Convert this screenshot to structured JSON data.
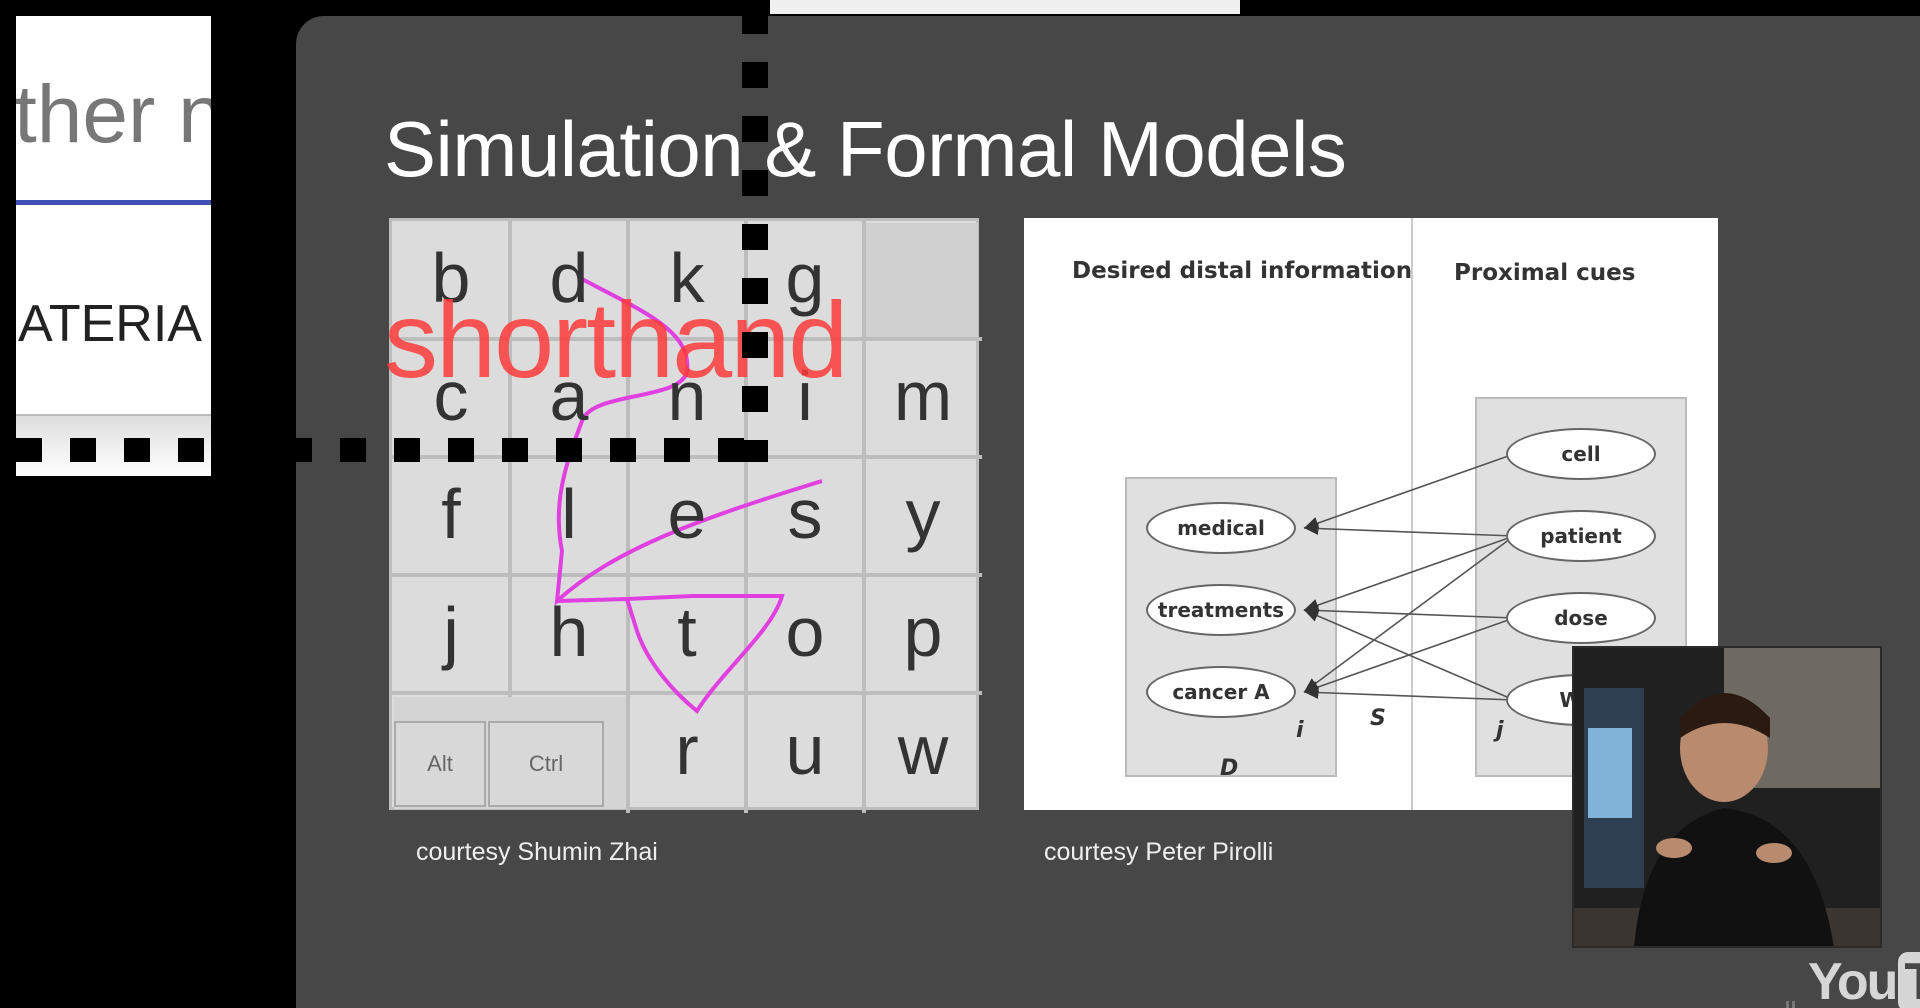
{
  "background_doc": {
    "partial_heading": "ther n",
    "partial_tab": "ATERIA",
    "accent_color": "#3f51b5"
  },
  "slide": {
    "title": "Simulation & Formal Models",
    "keyboard": {
      "rows": [
        [
          "b",
          "d",
          "k",
          "g",
          ""
        ],
        [
          "c",
          "a",
          "n",
          "i",
          "m"
        ],
        [
          "f",
          "l",
          "e",
          "s",
          "y"
        ],
        [
          "j",
          "h",
          "t",
          "o",
          "p"
        ],
        [
          "",
          "",
          "r",
          "u",
          "w"
        ]
      ],
      "modifier_keys": [
        "Alt",
        "Ctrl"
      ],
      "overlay_word": "shorthand",
      "overlay_color": "#ff3b3b",
      "gesture_color": "#e040e0"
    },
    "left_caption": "courtesy Shumin Zhai",
    "diagram": {
      "left_header": "Desired distal information",
      "right_header": "Proximal cues",
      "left_nodes": [
        "medical",
        "treatments",
        "cancer A"
      ],
      "left_index": "i",
      "left_group_label": "D",
      "right_nodes": [
        "cell",
        "patient",
        "dose",
        "W b"
      ],
      "right_index": "j",
      "edge_label": "S"
    },
    "right_caption": "courtesy Peter Pirolli"
  },
  "player": {
    "logo_text": "You",
    "logo_tube": "Tu"
  }
}
